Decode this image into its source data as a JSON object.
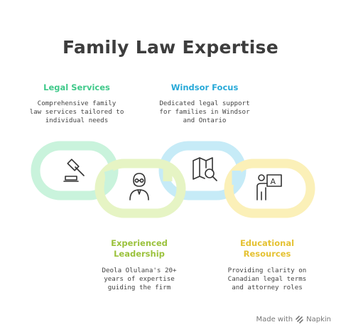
{
  "title": "Family Law Expertise",
  "steps": [
    {
      "label": "Legal Services",
      "desc": [
        "Comprehensive family",
        "law services tailored to",
        "individual needs"
      ],
      "color": "#3fc98a",
      "ring_color": "#c9f3dc",
      "icon": "gavel-icon"
    },
    {
      "label": "Windsor Focus",
      "desc": [
        "Dedicated legal support",
        "for families in Windsor",
        "and Ontario"
      ],
      "color": "#28a9d8",
      "ring_color": "#c6ebf7",
      "icon": "map-search-icon"
    },
    {
      "label_lines": [
        "Experienced",
        "Leadership"
      ],
      "desc": [
        "Deola Olulana's 20+",
        "years of expertise",
        "guiding the firm"
      ],
      "color": "#9bc23c",
      "ring_color": "#e6f4c4",
      "icon": "person-icon"
    },
    {
      "label_lines": [
        "Educational",
        "Resources"
      ],
      "desc": [
        "Providing clarity on",
        "Canadian legal terms",
        "and attorney roles"
      ],
      "color": "#e5c233",
      "ring_color": "#fbf0b8",
      "icon": "teacher-board-icon"
    }
  ],
  "credit": {
    "prefix": "Made with",
    "brand": "Napkin"
  }
}
